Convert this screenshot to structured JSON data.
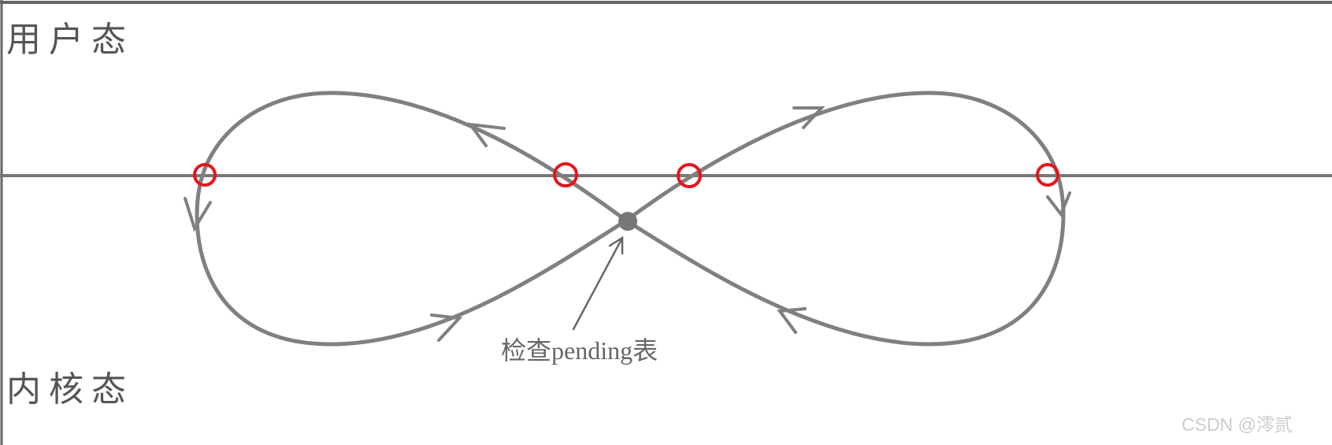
{
  "labels": {
    "user_mode": "用户态",
    "kernel_mode": "内核态",
    "annotation": "检查pending表"
  },
  "watermark": "CSDN @澪贰",
  "colors": {
    "curve": "#808080",
    "boundary_marker": "#e8141c",
    "dot": "#777777"
  }
}
